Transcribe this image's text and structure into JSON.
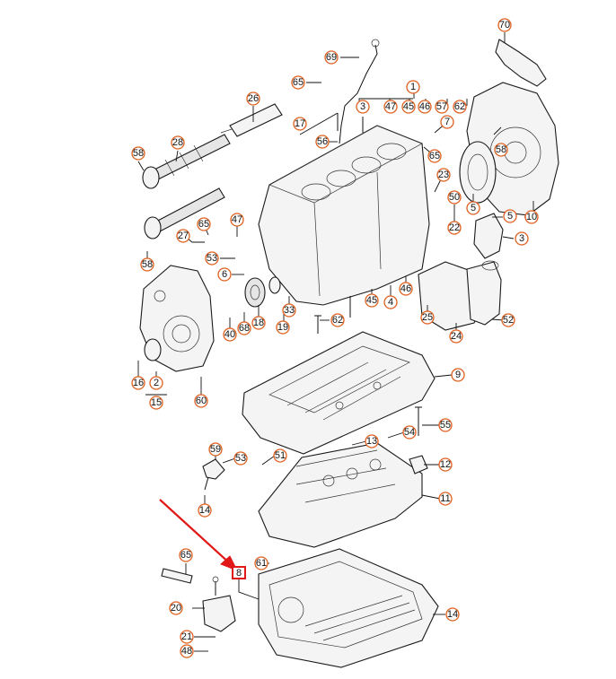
{
  "diagram": {
    "callouts": {
      "c1": "1",
      "c3": "3",
      "c47a": "47",
      "c45a": "45",
      "c46a": "46",
      "c57": "57",
      "c62a": "62",
      "c70": "70",
      "c69": "69",
      "c65a": "65",
      "c26": "26",
      "c17": "17",
      "c56": "56",
      "c7": "7",
      "c65b": "65",
      "c58a": "58",
      "c58b": "58",
      "c28": "28",
      "c23": "23",
      "c50": "50",
      "c5a": "5",
      "c10": "10",
      "c5b": "5",
      "c3b": "3",
      "c22": "22",
      "c47b": "47",
      "c65c": "65",
      "c27": "27",
      "c53": "53",
      "c6": "6",
      "c58c": "58",
      "c45b": "45",
      "c46b": "46",
      "c4": "4",
      "c25": "25",
      "c52": "52",
      "c24": "24",
      "c40": "40",
      "c68": "68",
      "c18": "18",
      "c19": "19",
      "c33": "33",
      "c62b": "62",
      "c16": "16",
      "c2": "2",
      "c15": "15",
      "c60": "60",
      "c9": "9",
      "c55": "55",
      "c13": "13",
      "c54": "54",
      "c59": "59",
      "c53b": "53",
      "c51": "51",
      "c12": "12",
      "c11": "11",
      "c14a": "14",
      "c65d": "65",
      "c61": "61",
      "c8": "8",
      "c20": "20",
      "c21": "21",
      "c48": "48",
      "c14b": "14"
    },
    "colors": {
      "callout_ring": "#e0601e",
      "highlight": "#e01818",
      "line": "#111111"
    }
  }
}
